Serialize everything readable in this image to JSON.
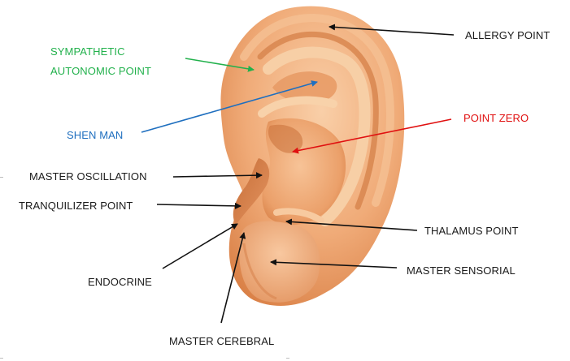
{
  "labels": {
    "allergy_point": "ALLERGY POINT",
    "sympathetic_line1": "SYMPATHETIC",
    "sympathetic_line2": "AUTONOMIC POINT",
    "shen_man": "SHEN MAN",
    "point_zero": "POINT ZERO",
    "master_oscillation": "MASTER OSCILLATION",
    "tranquilizer_point": "TRANQUILIZER POINT",
    "thalamus_point": "THALAMUS POINT",
    "endocrine": "ENDOCRINE",
    "master_sensorial": "MASTER SENSORIAL",
    "master_cerebral": "MASTER CEREBRAL"
  },
  "colors": {
    "default_text": "#1a1a1a",
    "sympathetic": "#22b14c",
    "shen_man": "#1f6fbf",
    "point_zero": "#e01010",
    "skin_light": "#f7c59b",
    "skin_mid": "#eb9a64",
    "skin_dark": "#c9703a"
  }
}
